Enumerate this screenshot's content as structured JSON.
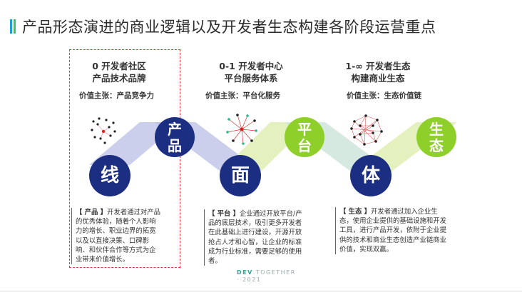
{
  "title": "产品形态演进的商业逻辑以及开发者生态构建各阶段运营重点",
  "colors": {
    "accent_bar_1": "#1aa0d8",
    "accent_bar_2": "#3ec46d",
    "navy": "#1c2e82",
    "lime": "#8fcf2a",
    "dashed": "#e03a3a",
    "ribbon_blue": "#b9bfe6",
    "ribbon_green": "#dfeeb3"
  },
  "stages": [
    {
      "heading_line1": "0 开发者社区",
      "heading_line2": "产品技术品牌",
      "claim": "价值主张：产品竞争力",
      "top_circle": [
        "产",
        "品"
      ],
      "bottom_circle": "线",
      "desc_tag": "【 产品 】",
      "desc_text": "开发者通过对产品的优秀体验，随着个人影响力的增长、职业边界的拓宽以及以直接决策、口碑影响、和伙伴合作等方式为企业带来价值增长。"
    },
    {
      "heading_line1": "0-1 开发者中心",
      "heading_line2": "平台服务体系",
      "claim": "价值主张：平台化服务",
      "top_circle": [
        "平",
        "台"
      ],
      "bottom_circle": "面",
      "desc_tag": "【 平台 】",
      "desc_text": "企业通过开放平台/产品的底层技术，吸引更多开发者在此基础上进行建设，开源开放抢占人才和心智，让企业的标准成为行业标准，需要足够的使用者。"
    },
    {
      "heading_line1": "1-∞ 开发者生态",
      "heading_line2": "构建商业生态",
      "claim": "价值主张：生态价值链",
      "top_circle": [
        "生",
        "态"
      ],
      "bottom_circle": "体",
      "desc_tag": "【 生态 】",
      "desc_text": "开发者通过加入企业生态，使用企业提供的基础设施和开发工具，进行产品开发，依附于企业提供的技术和商业生态创造产业链商业价值，实现双赢。"
    }
  ],
  "footer": {
    "line1_a": "DEV",
    "line1_b": ".TOGETHER",
    "line2": "··2021"
  }
}
